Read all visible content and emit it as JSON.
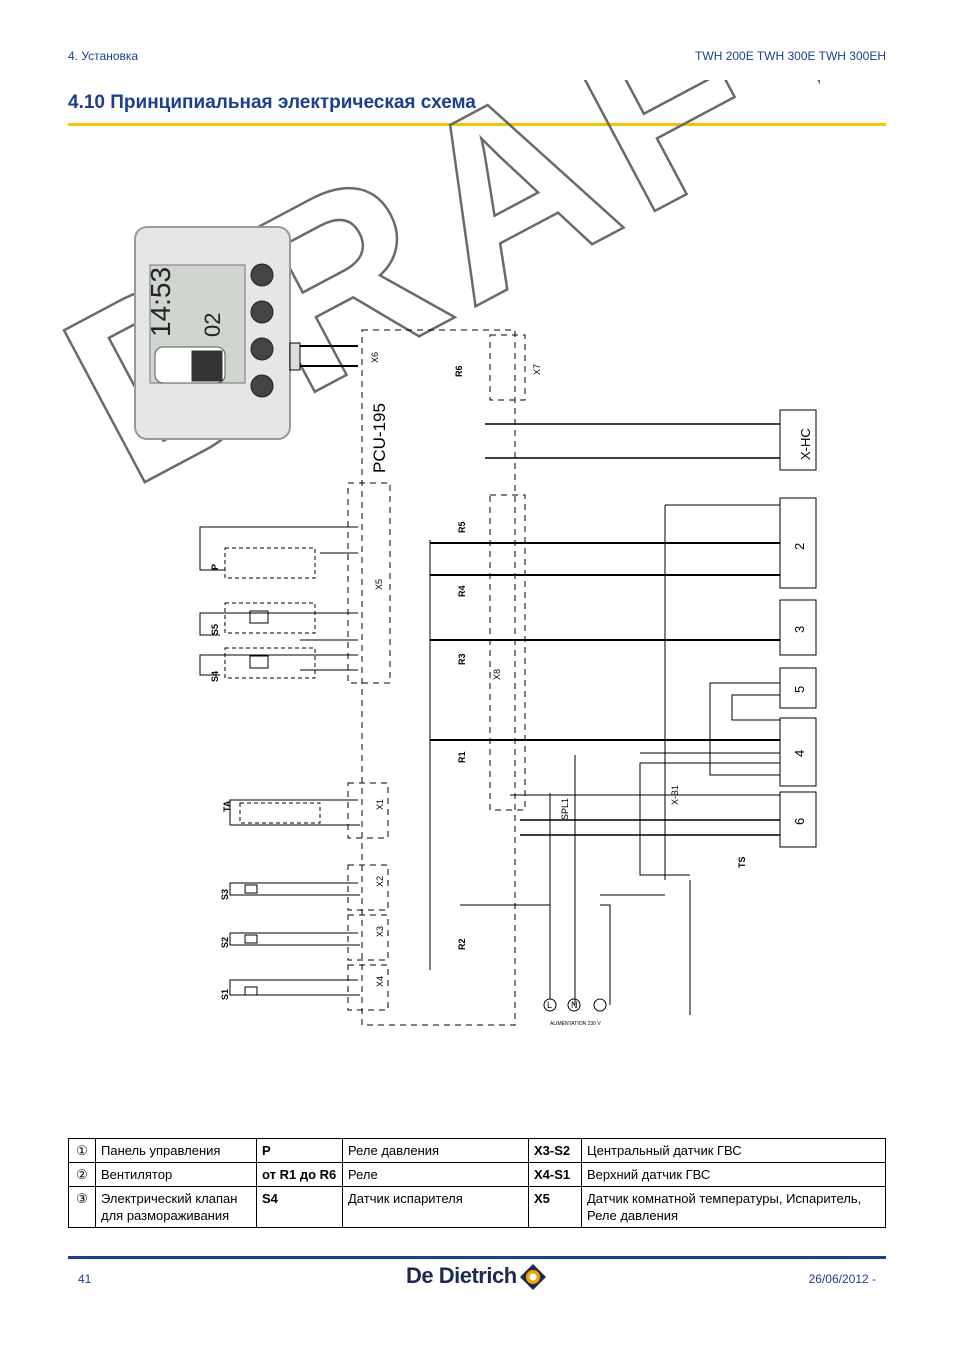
{
  "header": {
    "section": "4.  Установка",
    "models": "TWH 200E TWH 300E TWH 300EH"
  },
  "title": "4.10   Принципиальная электрическая схема",
  "watermark": "DRAFT",
  "panel": {
    "time": "14:53",
    "code": "02"
  },
  "diagram": {
    "pcu": "PCU-195",
    "connectors": [
      "X6",
      "X7",
      "X5",
      "X8",
      "X1",
      "X2",
      "X3",
      "X4",
      "X-HC",
      "X-B1"
    ],
    "relays": [
      "R6",
      "R5",
      "R4",
      "R3",
      "R1",
      "R2"
    ],
    "components": [
      "P",
      "S5",
      "S4",
      "TA",
      "S3",
      "S2",
      "S1",
      "SPL1",
      "TS"
    ],
    "blocks": [
      "2",
      "3",
      "5",
      "4",
      "6"
    ],
    "supply": [
      "L",
      "N"
    ],
    "supply_label": "ALIMENTATION 230 V"
  },
  "legend": [
    {
      "n1": "①",
      "d1": "Панель управления",
      "c2": "P",
      "d2": "Реле давления",
      "c3": "X3-S2",
      "d3": "Центральный датчик ГВС"
    },
    {
      "n1": "②",
      "d1": "Вентилятор",
      "c2": "от R1 до R6",
      "d2": "Реле",
      "c3": "X4-S1",
      "d3": "Верхний датчик ГВС"
    },
    {
      "n1": "③",
      "d1": "Электрический клапан для размораживания",
      "c2": "S4",
      "d2": "Датчик испарителя",
      "c3": "X5",
      "d3": "Датчик комнатной температуры, Испаритель, Реле давления"
    }
  ],
  "footer": {
    "page": "41",
    "brand": "De Dietrich",
    "date": "26/06/2012  -"
  },
  "colors": {
    "accent": "#1b3f8f",
    "rule": "#f3c400"
  }
}
